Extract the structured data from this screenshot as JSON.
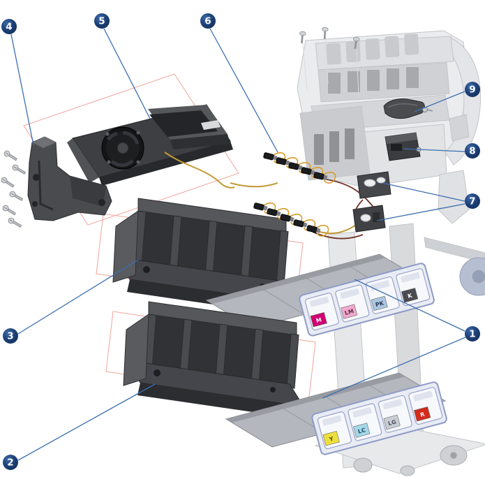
{
  "diagram": {
    "background": "#ffffff",
    "colors": {
      "callout_fill": "#1d4076",
      "callout_text": "#ffffff",
      "leader_line": "#3a6fb0",
      "region_outline": "#f2aba2",
      "part_dark_gray": "#3e3f43",
      "chassis_light_gray": "#ebecee",
      "wire_yellow": "#c49a36",
      "wire_dark_red": "#6e3226"
    },
    "callouts": [
      {
        "number": "1"
      },
      {
        "number": "2"
      },
      {
        "number": "3"
      },
      {
        "number": "4"
      },
      {
        "number": "5"
      },
      {
        "number": "6"
      },
      {
        "number": "7"
      },
      {
        "number": "8"
      },
      {
        "number": "9"
      }
    ],
    "ink_slots": {
      "upper_tray": [
        {
          "label": "M",
          "color": "#cf0072",
          "text_color": "#ffffff"
        },
        {
          "label": "LM",
          "color": "#f0a9cb",
          "text_color": "#5a2a46"
        },
        {
          "label": "PK",
          "color": "#aac6e2",
          "text_color": "#2e3a52"
        },
        {
          "label": "K",
          "color": "#4b4b52",
          "text_color": "#ffffff"
        }
      ],
      "lower_tray": [
        {
          "label": "Y",
          "color": "#efdf3d",
          "text_color": "#5c5410"
        },
        {
          "label": "LC",
          "color": "#a5d7e8",
          "text_color": "#1f4b5e"
        },
        {
          "label": "LG",
          "color": "#c9ced5",
          "text_color": "#4a4f57"
        },
        {
          "label": "R",
          "color": "#d52a1c",
          "text_color": "#ffffff"
        }
      ]
    }
  }
}
